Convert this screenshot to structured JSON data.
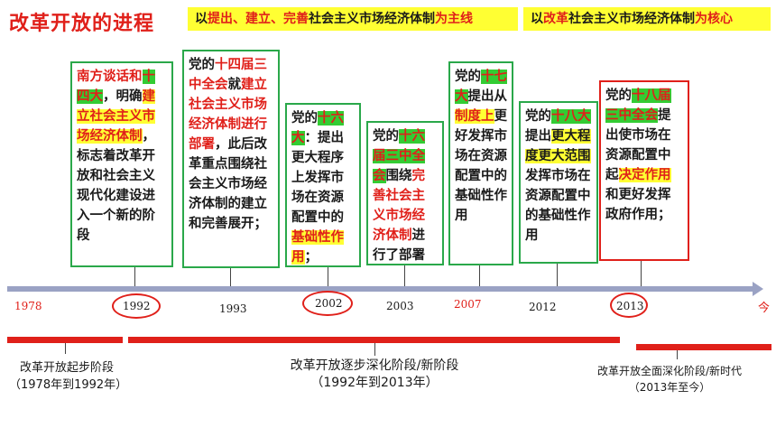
{
  "title": "改革开放的进程",
  "banner1": {
    "prefix": "以",
    "highlight": "提出、建立、完善",
    "middle": "社会主义市场经济体制",
    "suffix": "为主线"
  },
  "banner2": {
    "prefix": "以",
    "highlight": "改革",
    "middle": "社会主义市场经济体制",
    "suffix": "为核心"
  },
  "boxes": {
    "b1992": {
      "p1": "南方谈话和",
      "p2": "十四大",
      "p3": "，明确",
      "p4": "建立社会主义市场经济体制",
      "p5": "，标志着改革开放和社会主义现代化建设进入一个新的阶段"
    },
    "b1993": {
      "p1": "党的",
      "p2": "十四届三中全会",
      "p3": "就",
      "p4": "建立社会主义市场经济体制进行部署",
      "p5": "，此后改革重点围绕社会主义市场经济体制的建立和完善展开；"
    },
    "b2002": {
      "p1": "党的",
      "p2": "十六大",
      "p3": "：提出更大程序上发挥市场在资源配置中的",
      "p4": "基础性作用",
      "p5": "；"
    },
    "b2003": {
      "p1": "党的",
      "p2": "十六届三中全会",
      "p3": "围绕",
      "p4": "完善社会主义市场经济体制",
      "p5": "进行了部署"
    },
    "b2007": {
      "p1": "党的",
      "p2": "十七大",
      "p3": "提出从",
      "p4": "制度上",
      "p5": "更好发挥市场在资源配置中的基础性作用"
    },
    "b2012": {
      "p1": "党的",
      "p2": "十八大",
      "p3": "提出",
      "p4": "更大程度更大范围",
      "p5": "发挥市场在资源配置中的基础性作用"
    },
    "b2013": {
      "p1": "党的",
      "p2": "十八届三中全会",
      "p3": "提出使市场在资源配置中起",
      "p4": "决定作用",
      "p5": "和更好发挥政府作用；"
    }
  },
  "years": {
    "y1978": "1978",
    "y1992": "1992",
    "y1993": "1993",
    "y2002": "2002",
    "y2003": "2003",
    "y2007": "2007",
    "y2012": "2012",
    "y2013": "2013",
    "now": "今"
  },
  "stages": {
    "s1": {
      "name": "改革开放起步阶段",
      "range": "（1978年到1992年）"
    },
    "s2": {
      "name": "改革开放逐步深化阶段/新阶段",
      "range": "（1992年到2013年）"
    },
    "s3": {
      "name": "改革开放全面深化阶段/新时代",
      "range": "（2013年至今）"
    }
  }
}
